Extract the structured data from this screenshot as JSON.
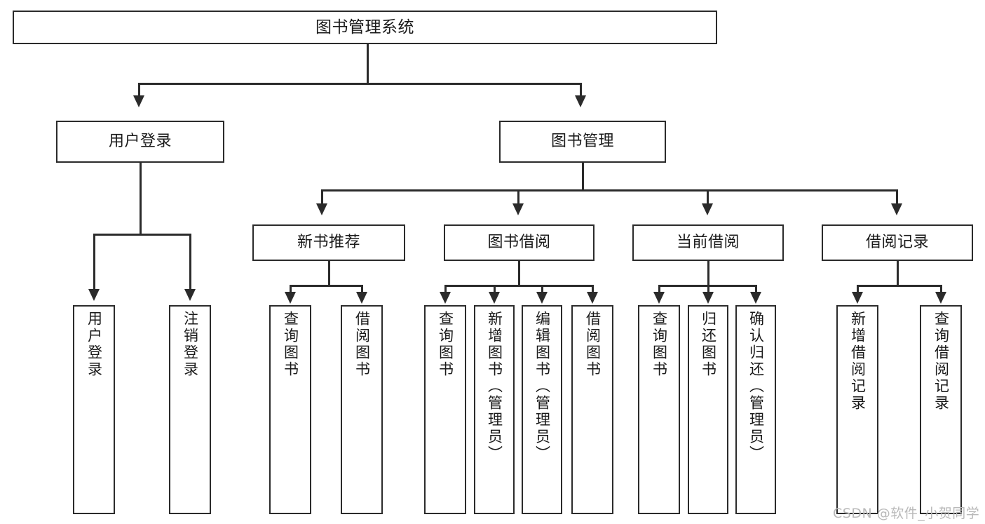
{
  "diagram": {
    "type": "tree",
    "title": "图书管理系统",
    "watermark": "CSDN @软件_小贺同学",
    "nodes": {
      "root": {
        "label": "图书管理系统"
      },
      "user_login": {
        "label": "用户登录"
      },
      "book_manage": {
        "label": "图书管理"
      },
      "new_book_rec": {
        "label": "新书推荐"
      },
      "book_borrow": {
        "label": "图书借阅"
      },
      "current_borrow": {
        "label": "当前借阅"
      },
      "borrow_record": {
        "label": "借阅记录"
      },
      "leaf_user_login": {
        "label": "用户登录"
      },
      "leaf_logout_login": {
        "label": "注销登录"
      },
      "leaf_query_book_1": {
        "label": "查询图书"
      },
      "leaf_borrow_book_1": {
        "label": "借阅图书"
      },
      "leaf_query_book_2": {
        "label": "查询图书"
      },
      "leaf_add_book": {
        "label": "新增图书（管理员）"
      },
      "leaf_edit_book": {
        "label": "编辑图书（管理员）"
      },
      "leaf_borrow_book_2": {
        "label": "借阅图书"
      },
      "leaf_query_book_3": {
        "label": "查询图书"
      },
      "leaf_return_book": {
        "label": "归还图书"
      },
      "leaf_confirm_return": {
        "label": "确认归还（管理员）"
      },
      "leaf_add_record": {
        "label": "新增借阅记录"
      },
      "leaf_query_record": {
        "label": "查询借阅记录"
      }
    },
    "colors": {
      "stroke": "#2b2b2b",
      "fill": "#ffffff",
      "text": "#1a1a1a",
      "watermark": "#b9b9b9"
    },
    "hierarchy": [
      {
        "label": "图书管理系统",
        "children": [
          {
            "label": "用户登录",
            "children": [
              {
                "label": "用户登录"
              },
              {
                "label": "注销登录"
              }
            ]
          },
          {
            "label": "图书管理",
            "children": [
              {
                "label": "新书推荐",
                "children": [
                  {
                    "label": "查询图书"
                  },
                  {
                    "label": "借阅图书"
                  }
                ]
              },
              {
                "label": "图书借阅",
                "children": [
                  {
                    "label": "查询图书"
                  },
                  {
                    "label": "新增图书（管理员）"
                  },
                  {
                    "label": "编辑图书（管理员）"
                  },
                  {
                    "label": "借阅图书"
                  }
                ]
              },
              {
                "label": "当前借阅",
                "children": [
                  {
                    "label": "查询图书"
                  },
                  {
                    "label": "归还图书"
                  },
                  {
                    "label": "确认归还（管理员）"
                  }
                ]
              },
              {
                "label": "借阅记录",
                "children": [
                  {
                    "label": "新增借阅记录"
                  },
                  {
                    "label": "查询借阅记录"
                  }
                ]
              }
            ]
          }
        ]
      }
    ]
  }
}
